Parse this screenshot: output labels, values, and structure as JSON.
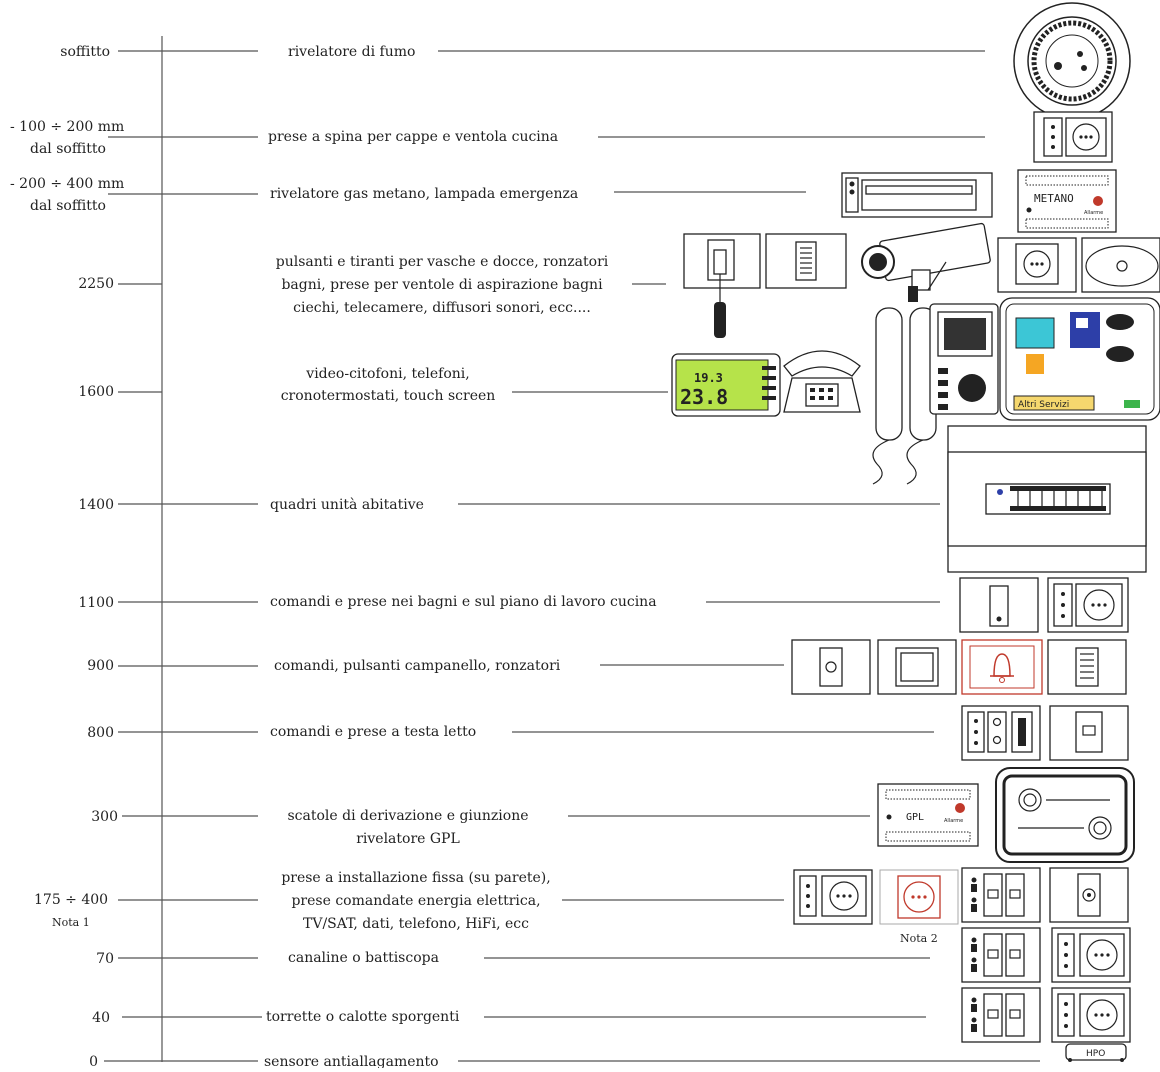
{
  "rows": [
    {
      "height": "soffitto",
      "height2": "",
      "desc": [
        "rivelatore di fumo"
      ],
      "note": ""
    },
    {
      "height": "- 100 ÷ 200 mm",
      "height2": "dal soffitto",
      "desc": [
        "prese a spina per cappe e ventola cucina"
      ],
      "note": ""
    },
    {
      "height": "- 200 ÷ 400 mm",
      "height2": "dal soffitto",
      "desc": [
        "rivelatore gas metano, lampada emergenza"
      ],
      "note": ""
    },
    {
      "height": "2250",
      "height2": "",
      "desc": [
        "pulsanti e tiranti per vasche e docce, ronzatori",
        "bagni, prese per ventole di aspirazione bagni",
        "ciechi, telecamere, diffusori sonori, ecc...."
      ],
      "note": ""
    },
    {
      "height": "1600",
      "height2": "",
      "desc": [
        "video-citofoni, telefoni,",
        "cronotermostati, touch screen"
      ],
      "note": ""
    },
    {
      "height": "1400",
      "height2": "",
      "desc": [
        "quadri unità abitative"
      ],
      "note": ""
    },
    {
      "height": "1100",
      "height2": "",
      "desc": [
        "comandi e prese nei bagni e sul piano di lavoro cucina"
      ],
      "note": ""
    },
    {
      "height": "900",
      "height2": "",
      "desc": [
        "comandi, pulsanti campanello, ronzatori"
      ],
      "note": ""
    },
    {
      "height": "800",
      "height2": "",
      "desc": [
        "comandi e prese a testa letto"
      ],
      "note": ""
    },
    {
      "height": "300",
      "height2": "",
      "desc": [
        "scatole di derivazione e giunzione",
        "rivelatore GPL"
      ],
      "note": ""
    },
    {
      "height": "175 ÷ 400",
      "height2": "Nota 1",
      "desc": [
        "prese a installazione fissa (su parete),",
        "prese comandate energia elettrica,",
        "TV/SAT, dati, telefono, HiFi, ecc"
      ],
      "note": "Nota 2"
    },
    {
      "height": "70",
      "height2": "",
      "desc": [
        "canaline o battiscopa"
      ],
      "note": ""
    },
    {
      "height": "40",
      "height2": "",
      "desc": [
        "torrette o calotte sporgenti"
      ],
      "note": ""
    },
    {
      "height": "0",
      "height2": "",
      "desc": [
        "sensore antiallagamento"
      ],
      "note": ""
    }
  ],
  "device_text": {
    "metano": "METANO",
    "gpl": "GPL",
    "allarme": "Allarme",
    "altri_servizi": "Altri Servizi",
    "hpo": "HPO",
    "thermo_top": "19.3",
    "thermo_big": "23.8"
  },
  "colors": {
    "line": "#555555",
    "alarm_red": "#c0392b",
    "lcd_green": "#b6e34a",
    "touch_cyan": "#3cc6d6",
    "touch_blue": "#2d3fa8"
  }
}
